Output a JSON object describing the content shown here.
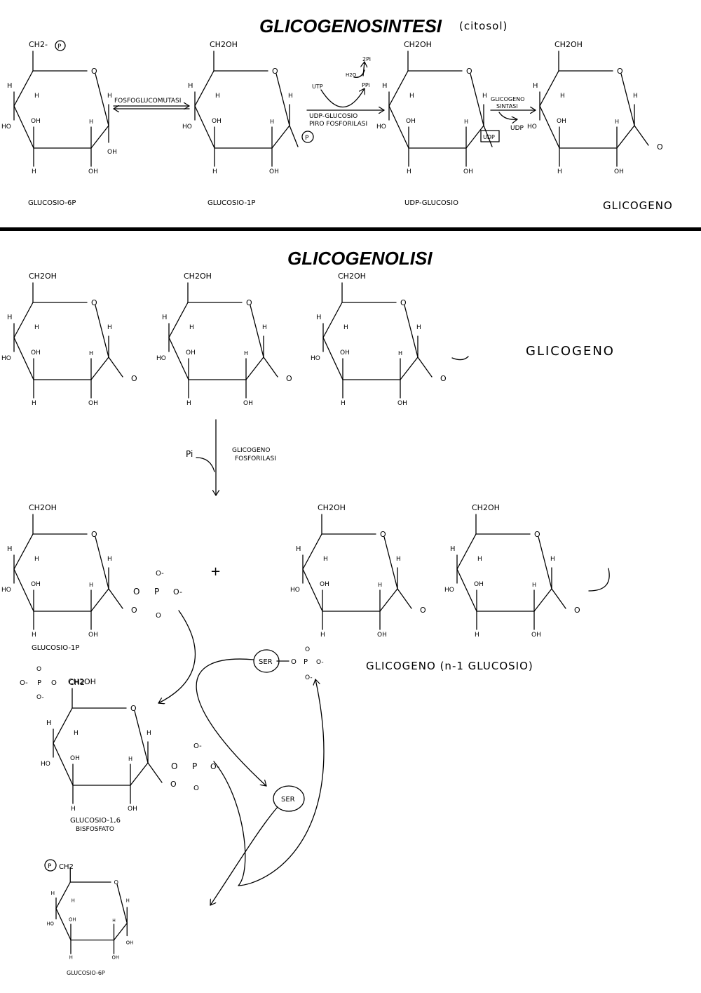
{
  "synthesis": {
    "title": "GLICOGENOSINTESI",
    "subtitle": "(citosol)",
    "mol_glucosio_6p": "GLUCOSIO-6P",
    "mol_glucosio_1p": "GLUCOSIO-1P",
    "mol_udp_glucosio": "UDP-GLUCOSIO",
    "mol_glicogeno": "GLICOGENO",
    "enzyme_fosfoglucomutasi": "FOSFOGLUCOMUTASI",
    "enzyme_pirofosforilasi_1": "UDP-GLUCOSIO",
    "enzyme_pirofosforilasi_2": "PIRO FOSFORILASI",
    "enzyme_sintasi_1": "GLICOGENO",
    "enzyme_sintasi_2": "SINTASI",
    "utp": "UTP",
    "ppi": "PPi",
    "h2o": "H2O",
    "two_pi": "2Pi",
    "udp": "UDP",
    "udp_box": "UDP"
  },
  "lysis": {
    "title": "GLICOGENOLISI",
    "mol_glicogeno": "GLICOGENO",
    "pi": "Pi",
    "enzyme_fosforilasi_1": "GLICOGENO",
    "enzyme_fosforilasi_2": "FOSFORILASI",
    "plus": "+",
    "mol_glucosio_1p": "GLUCOSIO-1P",
    "mol_glicogeno_n1": "GLICOGENO (n-1 GLUCOSIO)",
    "ser_1": "SER",
    "ser_2": "SER",
    "mol_bisfosfato_1": "GLUCOSIO-1,6",
    "mol_bisfosfato_2": "BISFOSFATO",
    "mol_glucosio_6p": "GLUCOSIO-6P"
  },
  "atoms": {
    "ch2oh": "CH2OH",
    "ch2": "CH2",
    "ch2_p": "CH2-",
    "p_circle": "P",
    "o": "O",
    "h": "H",
    "oh": "OH",
    "ho": "HO",
    "o_minus": "O-",
    "p": "P"
  }
}
